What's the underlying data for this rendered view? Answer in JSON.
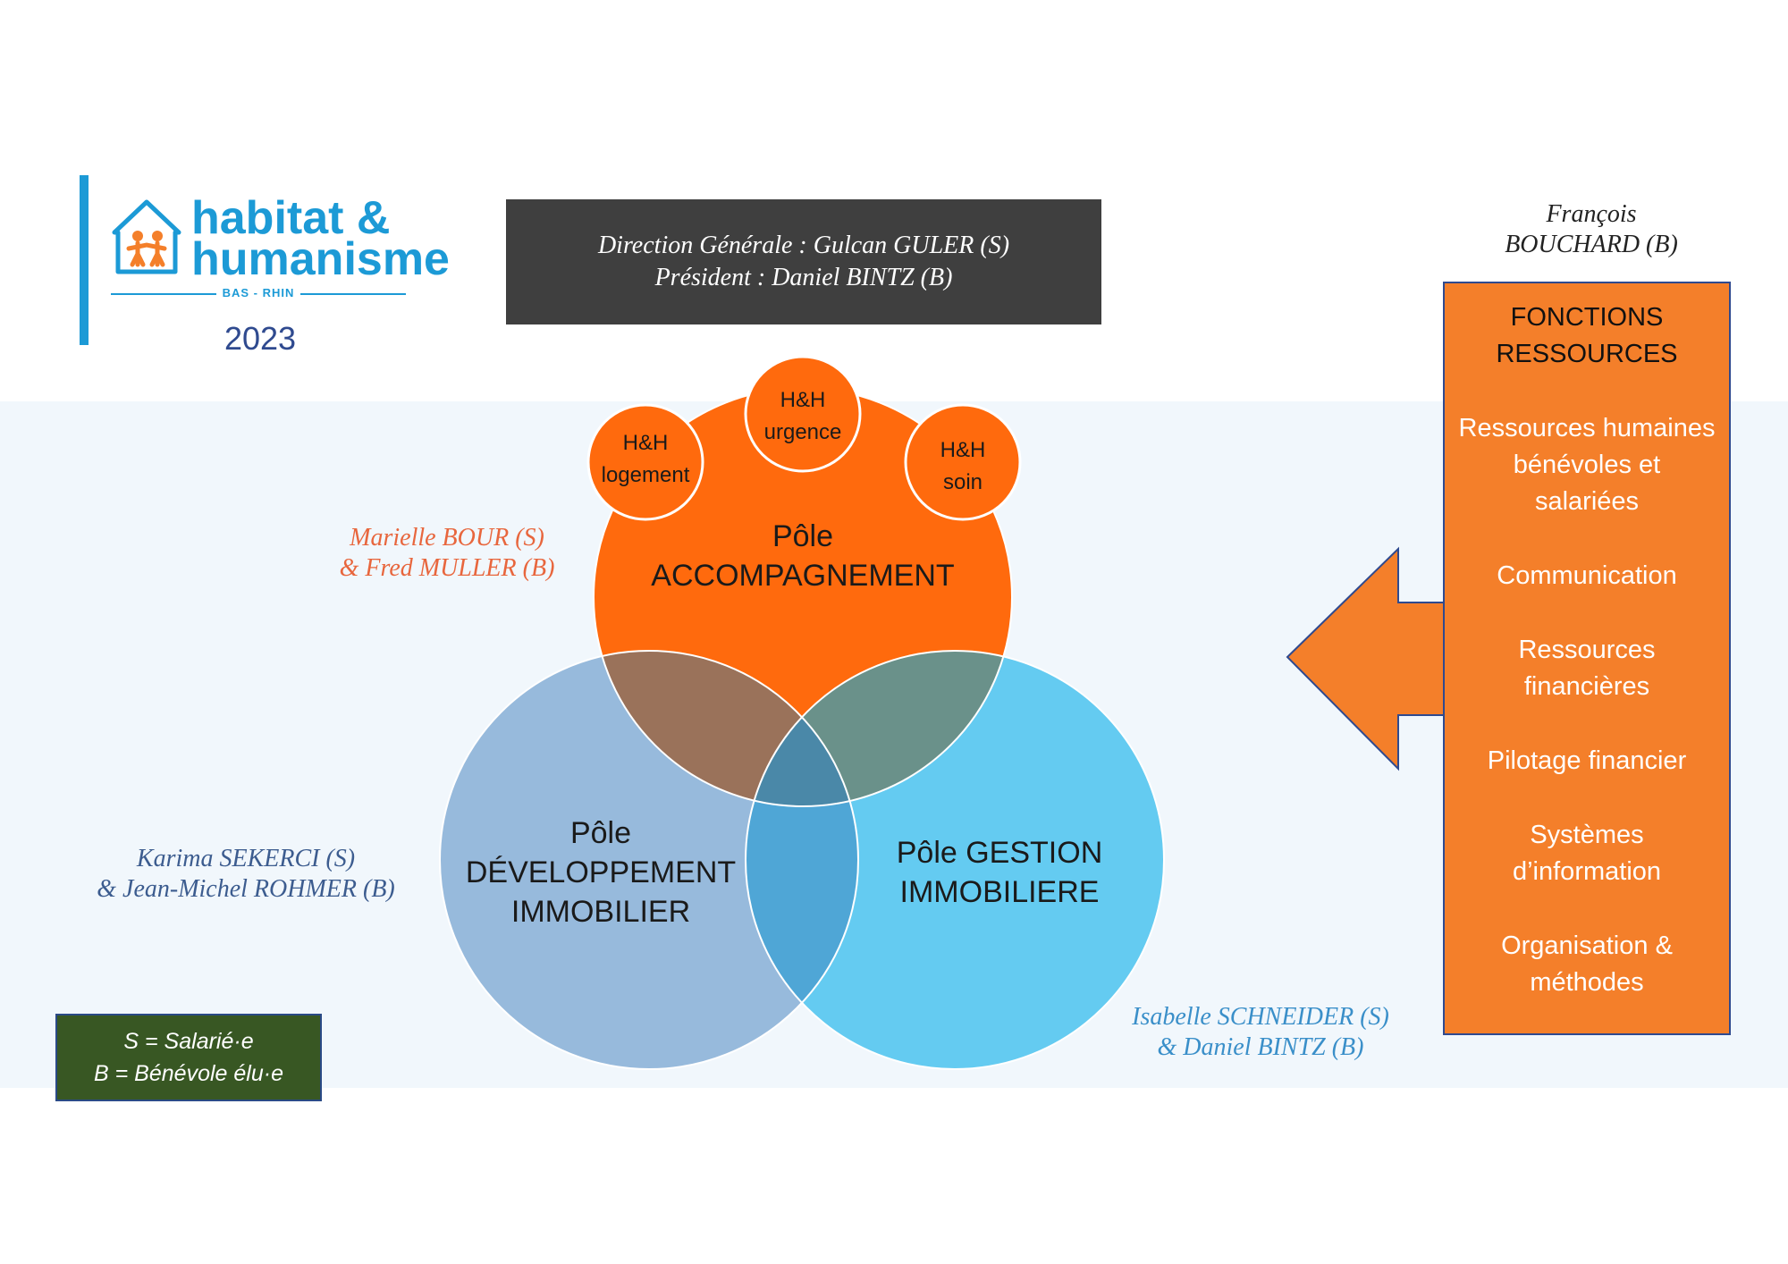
{
  "logo": {
    "line1": "habitat &",
    "line2": "humanisme",
    "sub": "BAS - RHIN",
    "year": "2023"
  },
  "direction": {
    "line1": "Direction Générale : Gulcan GULER (S)",
    "line2": "Président : Daniel BINTZ (B)"
  },
  "poles": {
    "accompagnement": {
      "line1": "Pôle",
      "line2": "ACCOMPAGNEMENT",
      "names": [
        "Marielle BOUR (S)",
        "& Fred MULLER (B)"
      ],
      "color": "#ff6a0d"
    },
    "developpement": {
      "line1": "Pôle",
      "line2": "DÉVELOPPEMENT",
      "line3": "IMMOBILIER",
      "names": [
        "Karima SEKERCI (S)",
        "& Jean-Michel ROHMER (B)"
      ],
      "color": "#8db3d8"
    },
    "gestion": {
      "line1": "Pôle GESTION",
      "line2": "IMMOBILIERE",
      "names": [
        "Isabelle SCHNEIDER (S)",
        "& Daniel BINTZ (B)"
      ],
      "color": "#5cc8f0"
    }
  },
  "sub_circles": {
    "logement": {
      "line1": "H&H",
      "line2": "logement"
    },
    "urgence": {
      "line1": "H&H",
      "line2": "urgence"
    },
    "soin": {
      "line1": "H&H",
      "line2": "soin"
    }
  },
  "fonctions": {
    "owner": [
      "François",
      "BOUCHARD (B)"
    ],
    "title": [
      "FONCTIONS",
      "RESSOURCES"
    ],
    "items": [
      [
        "Ressources humaines",
        "bénévoles et",
        "salariées"
      ],
      [
        "Communication"
      ],
      [
        "Ressources",
        "financières"
      ],
      [
        "Pilotage financier"
      ],
      [
        "Systèmes",
        "d’information"
      ],
      [
        "Organisation &",
        "méthodes"
      ]
    ],
    "color": "#f47f2a"
  },
  "legend": {
    "line1": "S = Salarié·e",
    "line2": "B = Bénévole élu·e"
  }
}
